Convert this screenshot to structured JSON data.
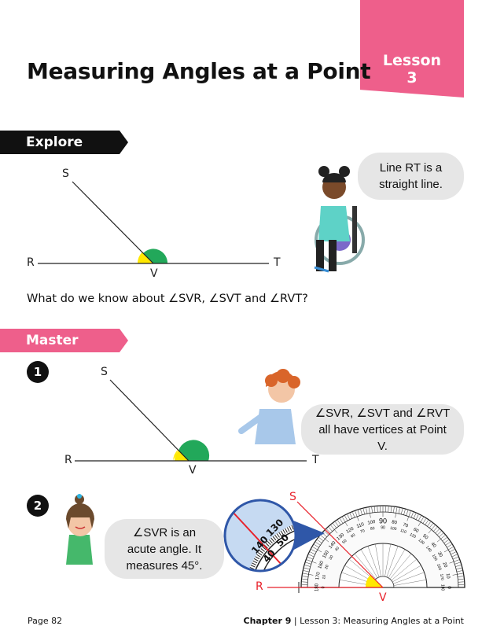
{
  "lesson_tab": {
    "line1": "Lesson",
    "line2": "3"
  },
  "title": "Measuring Angles at a Point",
  "explore": {
    "banner": "Explore",
    "labels": {
      "s": "S",
      "r": "R",
      "t": "T",
      "v": "V"
    },
    "speech": "Line RT is a straight line.",
    "question": "What do we know about ∠SVR, ∠SVT and ∠RVT?"
  },
  "master": {
    "banner": "Master",
    "q1": {
      "number": "1",
      "labels": {
        "s": "S",
        "r": "R",
        "t": "T",
        "v": "V"
      },
      "speech": "∠SVR, ∠SVT and ∠RVT all have vertices at Point V."
    },
    "q2": {
      "number": "2",
      "speech": "∠SVR is an acute angle. It measures 45°.",
      "labels": {
        "s": "S",
        "r": "R",
        "v": "V"
      },
      "magnifier": {
        "outer_a": "130",
        "outer_b": "140",
        "inner_a": "50",
        "inner_b": "40"
      },
      "protractor_outer": [
        "180",
        "170",
        "160",
        "150",
        "140",
        "130",
        "120",
        "110",
        "100",
        "90",
        "80",
        "70",
        "60",
        "50",
        "40",
        "30",
        "20",
        "10",
        "0"
      ],
      "protractor_inner": [
        "0",
        "10",
        "20",
        "30",
        "40",
        "50",
        "60",
        "70",
        "80",
        "90",
        "100",
        "110",
        "120",
        "130",
        "140",
        "150",
        "160",
        "170",
        "180"
      ]
    }
  },
  "colors": {
    "pink": "#ee5f8b",
    "yellow": "#ffe800",
    "green": "#22a85a",
    "red": "#e8202a",
    "blue": "#2f57a8"
  },
  "footer": {
    "page": "Page 82",
    "chapter": "Chapter 9",
    "lesson": "Lesson 3: Measuring Angles at a Point"
  }
}
